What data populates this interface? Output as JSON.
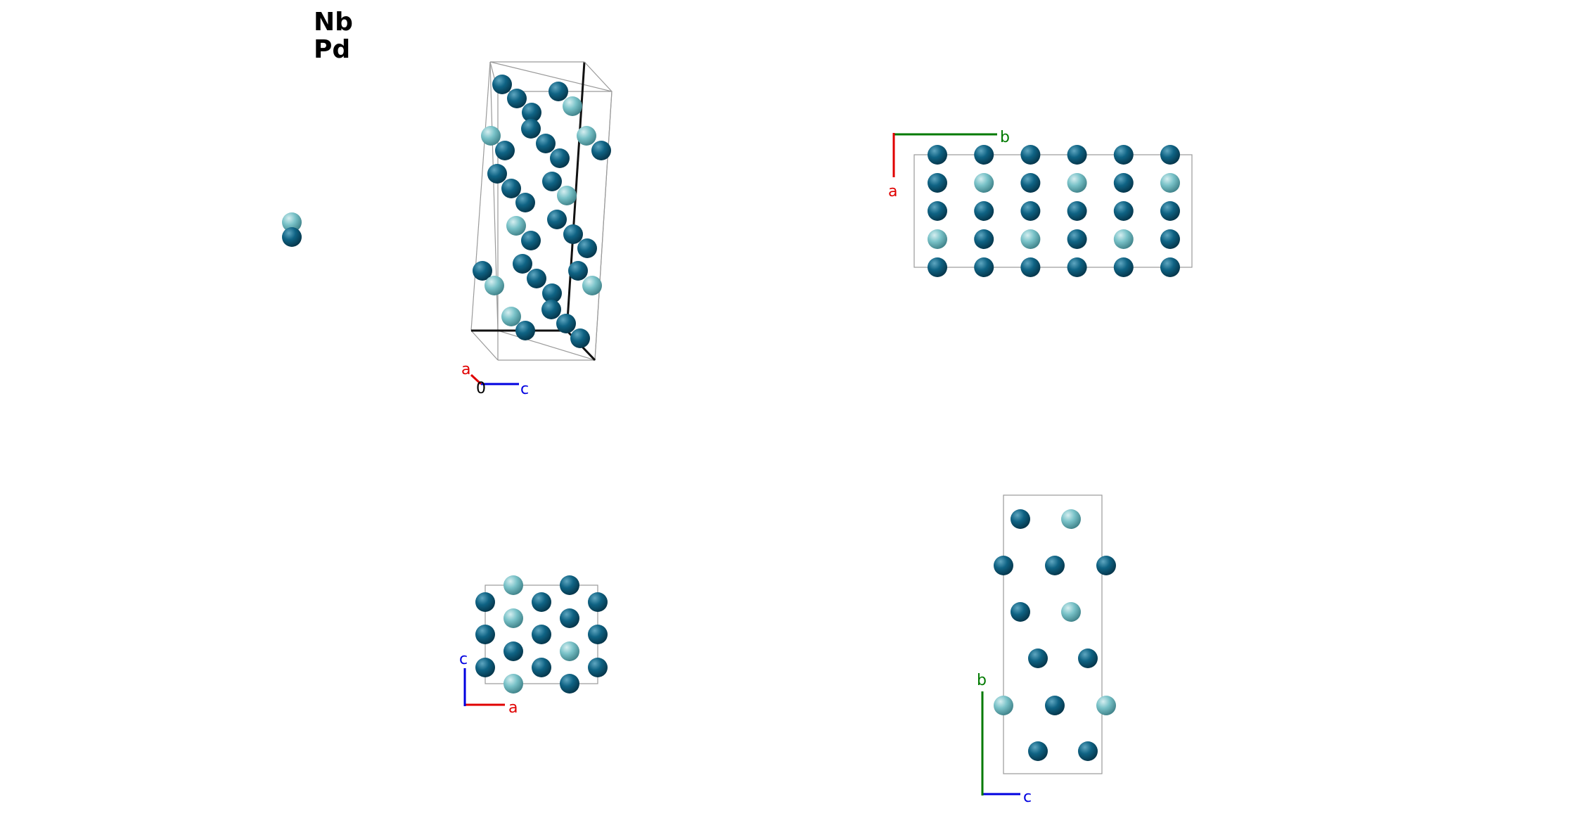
{
  "legend": {
    "elements": [
      {
        "symbol": "Nb",
        "color": "#0f6384"
      },
      {
        "symbol": "Pd",
        "color": "#79c2c8"
      }
    ]
  },
  "colors": {
    "nb": "#0f6384",
    "nb_highlight": "#5fa6c0",
    "pd": "#79c2c8",
    "pd_highlight": "#d5eef0",
    "axis_a": "#e00000",
    "axis_b": "#007a00",
    "axis_c": "#0000e0",
    "cell_line": "#9a9a9a"
  },
  "views": {
    "perspective": {
      "axes": {
        "a": "a",
        "c": "c",
        "origin": "0"
      }
    },
    "along_c": {
      "axes": {
        "a": "a",
        "b": "b"
      }
    },
    "along_b": {
      "axes": {
        "c": "c",
        "a": "a"
      }
    },
    "along_a": {
      "axes": {
        "b": "b",
        "c": "c"
      }
    }
  }
}
